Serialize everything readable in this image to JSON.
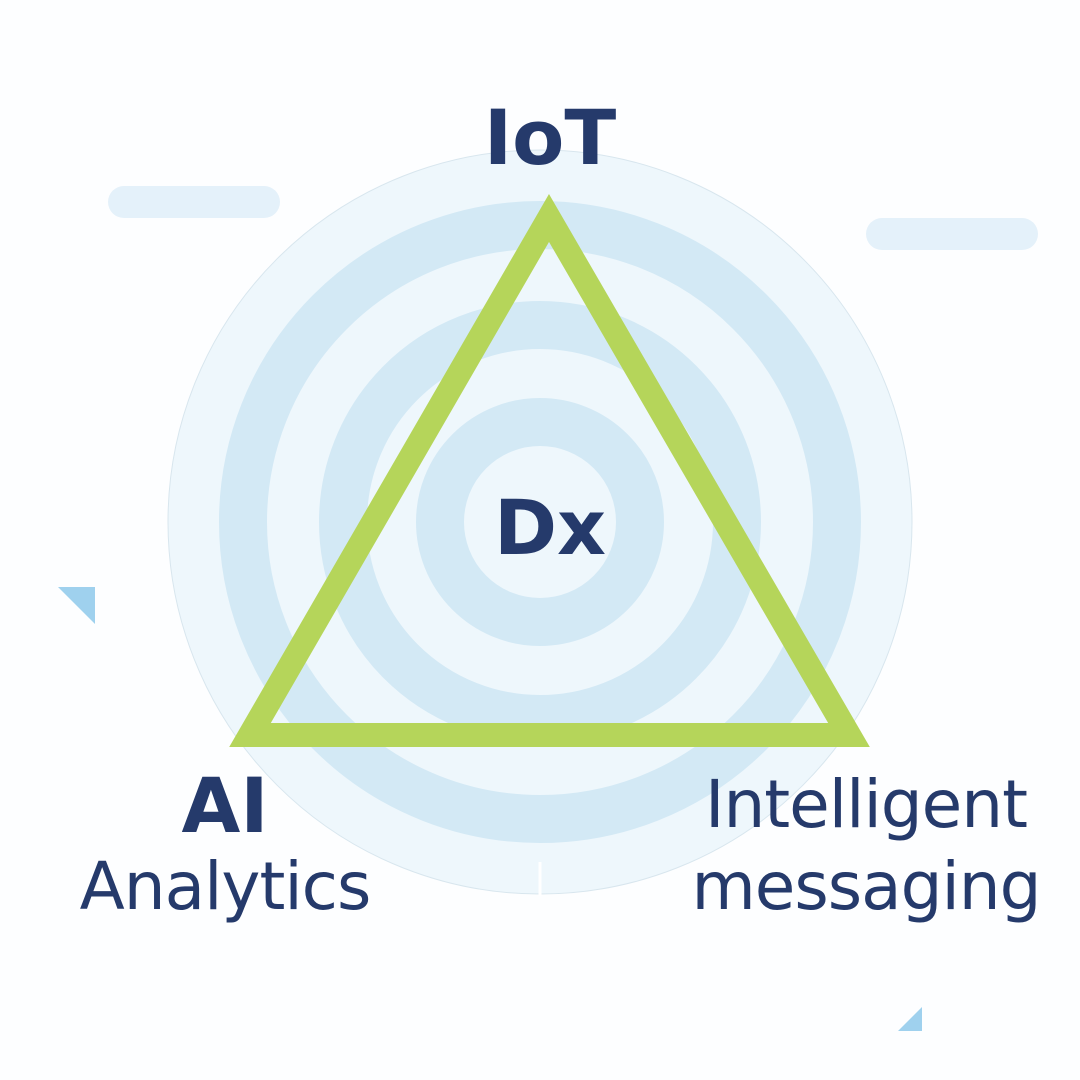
{
  "center_label": "Dx",
  "vertices": {
    "top": "IoT",
    "bottom_left": [
      "AI",
      "Analytics"
    ],
    "bottom_right": [
      "Intelligent",
      "messaging"
    ]
  },
  "colors": {
    "text": "#253a6b",
    "triangle": "#b5d55a",
    "rings": "#d3e9f5",
    "ring_background": "#e9f4fb",
    "accent_shapes": "#9fd1ee"
  }
}
